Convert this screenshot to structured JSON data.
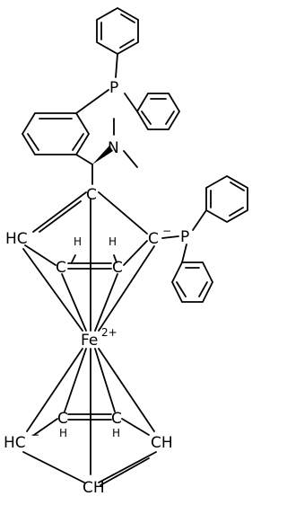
{
  "molecule": {
    "atom_labels": {
      "p_upper": "P",
      "p_lower": "P",
      "n": "N",
      "fe": "Fe",
      "fe_charge": "2+",
      "cp1_c_top": "C",
      "cp1_c_right": "C",
      "cp1_c_right_charge": "−",
      "cp1_hc_left": "HC",
      "cp1_c_mid_left": "C",
      "cp1_c_mid_right": "C",
      "cp1_h_mid_left": "H",
      "cp1_h_mid_right": "H",
      "cp2_hc_left": "HC",
      "cp2_hc_left_charge": "−",
      "cp2_ch_right": "CH",
      "cp2_c_mid_left": "C",
      "cp2_c_mid_right": "C",
      "cp2_h_mid_left": "H",
      "cp2_h_mid_right": "H",
      "cp2_ch_bottom": "CH"
    },
    "colors": {
      "ink": "#000000",
      "background": "#ffffff"
    }
  }
}
